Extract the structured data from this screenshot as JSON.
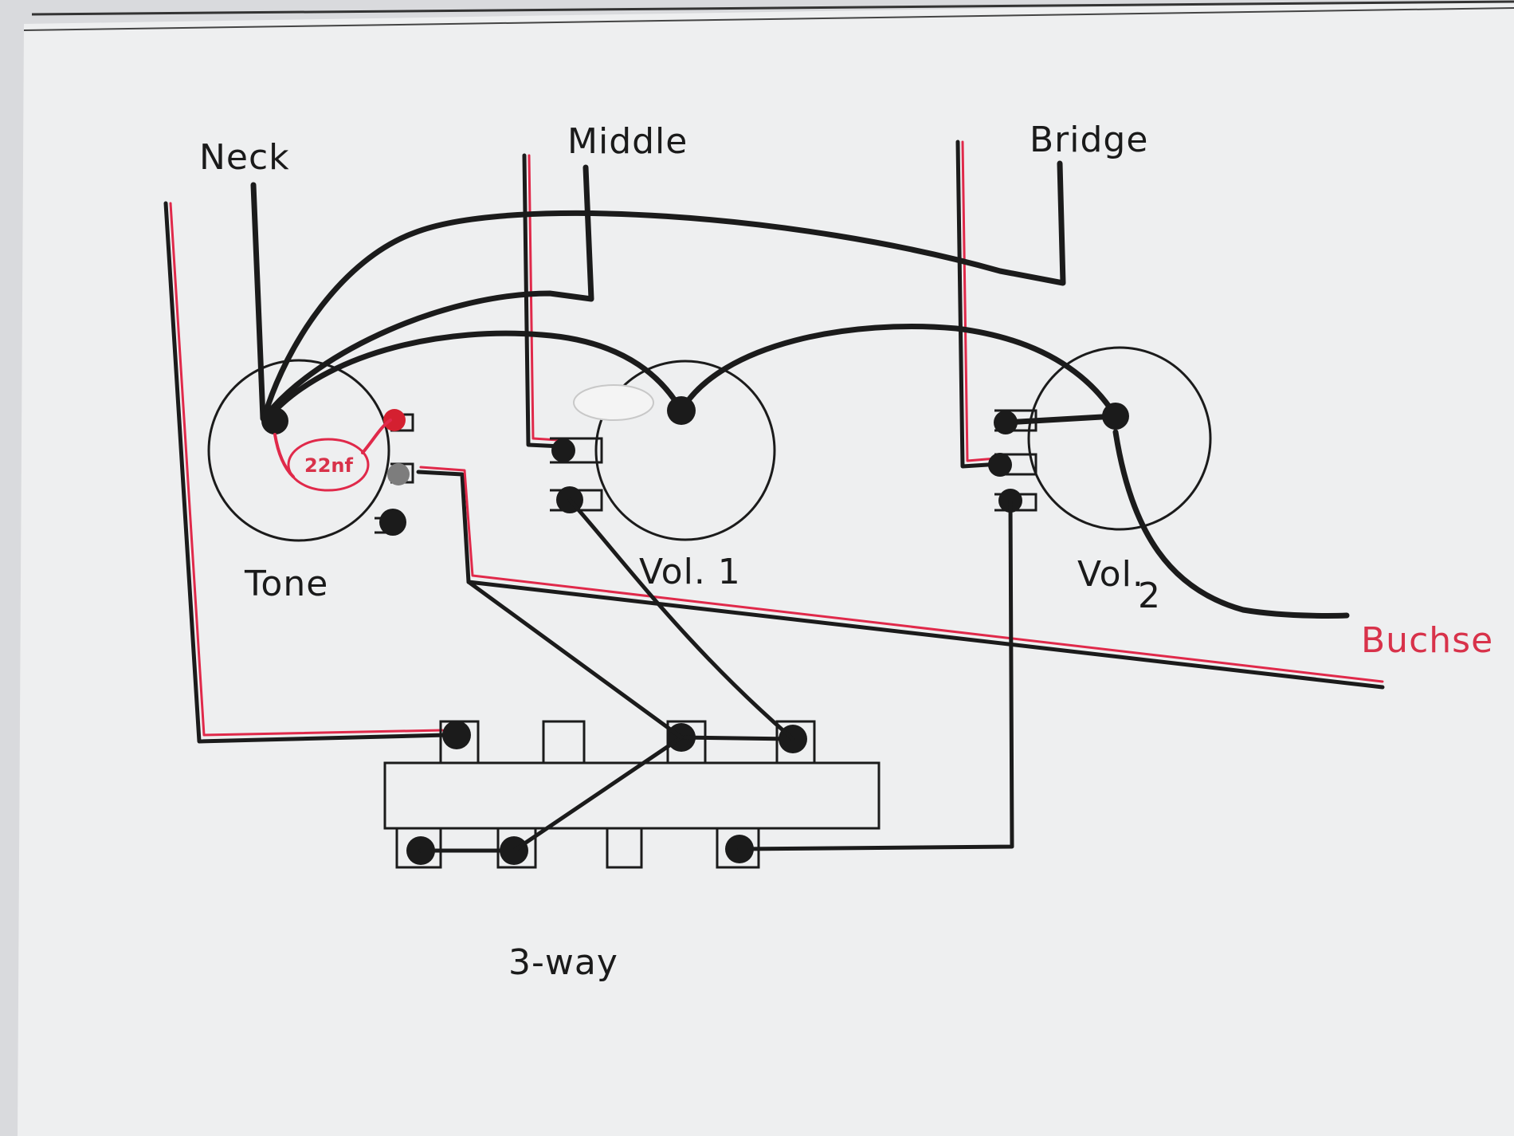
{
  "labels": {
    "neck": "Neck",
    "middle": "Middle",
    "bridge": "Bridge",
    "tone": "Tone",
    "vol1": "Vol. 1",
    "vol2_prefix": "Vol.",
    "vol2_sub": "2",
    "buchse": "Buchse",
    "capacitor": "22nf",
    "switch": "3-way"
  },
  "colors": {
    "paper": "#eeeff0",
    "ink": "#1b1b1b",
    "red_wire": "#e0294a",
    "label_red": "#d8324a"
  }
}
